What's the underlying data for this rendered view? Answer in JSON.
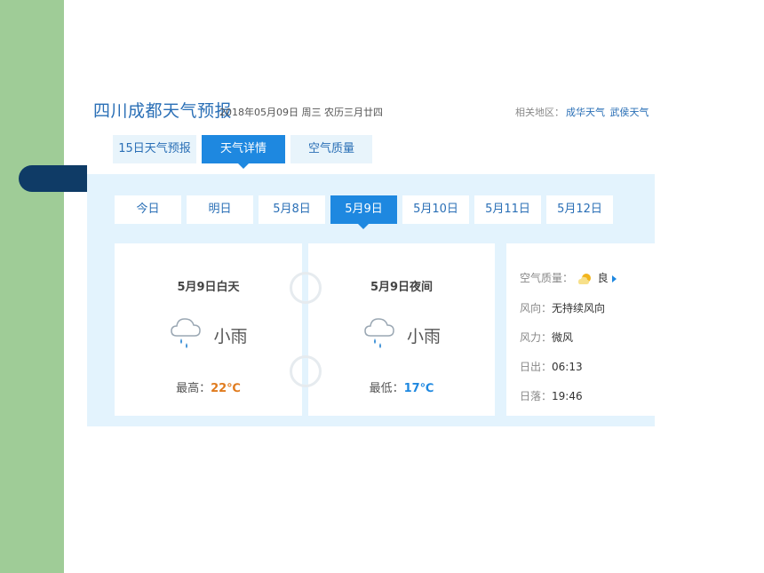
{
  "header": {
    "title": "四川成都天气预报",
    "date": "2018年05月09日 周三 农历三月廿四",
    "related_label": "相关地区：",
    "related_links": [
      "成华天气",
      "武侯天气"
    ]
  },
  "tabs": [
    {
      "label": "15日天气预报",
      "active": false
    },
    {
      "label": "天气详情",
      "active": true
    },
    {
      "label": "空气质量",
      "active": false
    }
  ],
  "days": [
    {
      "label": "今日",
      "active": false
    },
    {
      "label": "明日",
      "active": false
    },
    {
      "label": "5月8日",
      "active": false
    },
    {
      "label": "5月9日",
      "active": true
    },
    {
      "label": "5月10日",
      "active": false
    },
    {
      "label": "5月11日",
      "active": false
    },
    {
      "label": "5月12日",
      "active": false
    }
  ],
  "day_card": {
    "title": "5月9日白天",
    "icon": "light-rain-icon",
    "weather": "小雨",
    "temp_label": "最高：",
    "temp_value": "22℃"
  },
  "night_card": {
    "title": "5月9日夜间",
    "icon": "light-rain-icon",
    "weather": "小雨",
    "temp_label": "最低：",
    "temp_value": "17℃"
  },
  "info": {
    "aqi_label": "空气质量：",
    "aqi_value": "良",
    "wind_dir_label": "风向：",
    "wind_dir_value": "无持续风向",
    "wind_force_label": "风力：",
    "wind_force_value": "微风",
    "sunrise_label": "日出：",
    "sunrise_value": "06:13",
    "sunset_label": "日落：",
    "sunset_value": "19:46"
  },
  "colors": {
    "accent": "#1e88e0",
    "link": "#2a6fb6",
    "panel_bg": "#e3f3fd",
    "high_temp": "#e07b1e",
    "side_band": "#9fcc97",
    "pill": "#0f3b66"
  }
}
